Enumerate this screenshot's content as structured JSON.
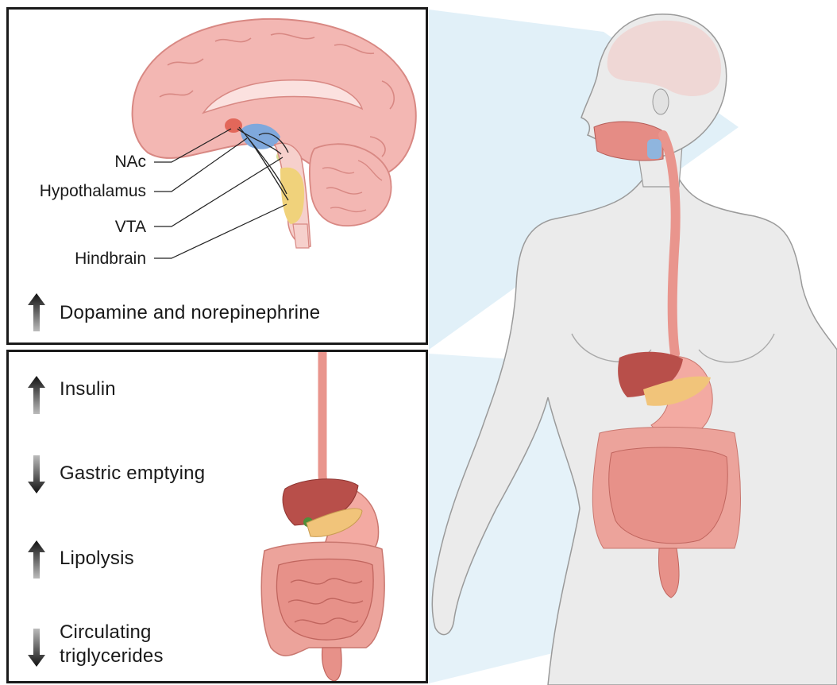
{
  "brain_panel": {
    "labels": [
      "NAc",
      "Hypothalamus",
      "VTA",
      "Hindbrain"
    ],
    "effect": {
      "direction": "up",
      "text": "Dopamine and norepinephrine"
    }
  },
  "gut_panel": {
    "effects": [
      {
        "direction": "up",
        "lines": [
          "Insulin"
        ]
      },
      {
        "direction": "down",
        "lines": [
          "Gastric emptying"
        ]
      },
      {
        "direction": "up",
        "lines": [
          "Lipolysis"
        ]
      },
      {
        "direction": "down",
        "lines": [
          "Circulating",
          "triglycerides"
        ]
      }
    ]
  },
  "icons": {
    "up": "arrow-up-icon",
    "down": "arrow-down-icon"
  },
  "colors": {
    "brain": "#f3b7b3",
    "nac": "#e2675a",
    "hypothalamus": "#7fa8dc",
    "vta": "#d7dd95",
    "hindbrain": "#f0d27b",
    "liver": "#b84f4a",
    "pancreas": "#f1c47a",
    "intestine": "#e79189",
    "body": "#e9e9e9",
    "highlight": "#d9ecf6"
  }
}
